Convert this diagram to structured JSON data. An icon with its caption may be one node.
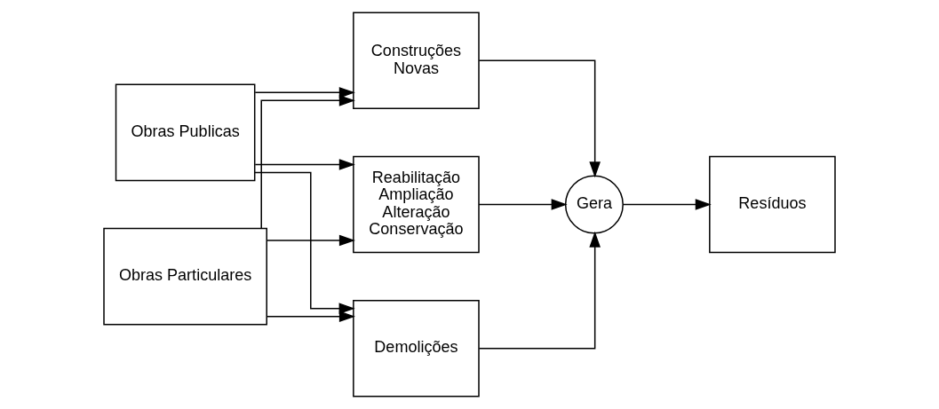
{
  "diagram": {
    "nodes": [
      {
        "text": [
          "Obras Publicas"
        ]
      },
      {
        "text": [
          "Obras Particulares"
        ]
      },
      {
        "text": [
          "Construções Novas"
        ]
      },
      {
        "text": [
          "Reabilitação Ampliação Alteração Conservação"
        ]
      },
      {
        "text": [
          "Demolições"
        ]
      },
      {
        "text": [
          "Gera"
        ]
      },
      {
        "text": [
          "Resíduos"
        ]
      }
    ],
    "edges": [
      {
        "from": 0,
        "to": 2,
        "arrow": "to"
      },
      {
        "from": 0,
        "to": 3,
        "arrow": "to"
      },
      {
        "from": 0,
        "to": 4,
        "arrow": "to"
      },
      {
        "from": 1,
        "to": 2,
        "arrow": "to"
      },
      {
        "from": 1,
        "to": 3,
        "arrow": "to"
      },
      {
        "from": 1,
        "to": 4,
        "arrow": "to"
      },
      {
        "from": 2,
        "to": 5,
        "arrow": "to"
      },
      {
        "from": 3,
        "to": 5,
        "arrow": "to"
      },
      {
        "from": 4,
        "to": 5,
        "arrow": "to"
      },
      {
        "from": 5,
        "to": 6,
        "arrow": "to"
      }
    ]
  }
}
